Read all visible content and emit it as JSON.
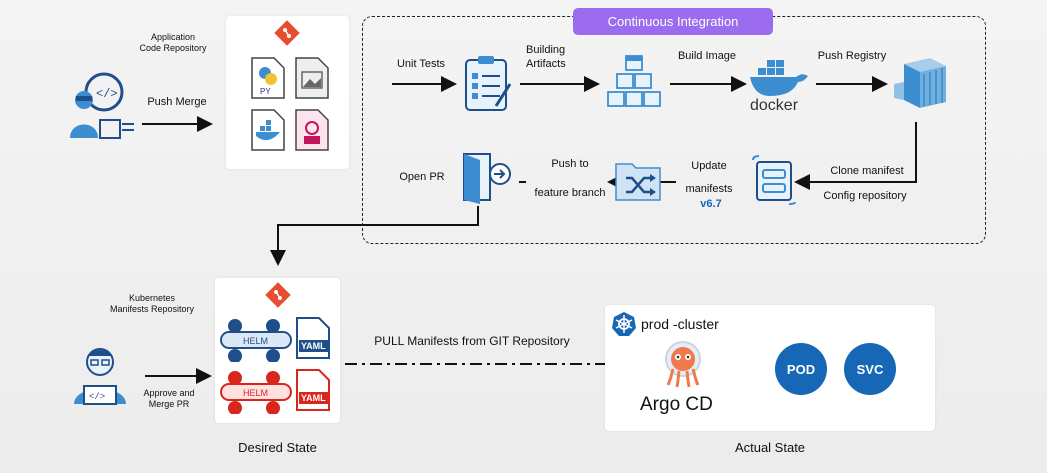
{
  "ci": {
    "title": "Continuous Integration"
  },
  "app_repo": {
    "title_line1": "Application",
    "title_line2": "Code Repository",
    "push_merge": "Push Merge",
    "py_text": "PY"
  },
  "steps": {
    "unit_tests": "Unit Tests",
    "building_artifacts_1": "Building",
    "building_artifacts_2": "Artifacts",
    "build_image": "Build Image",
    "push_registry": "Push Registry",
    "docker_word": "docker",
    "clone_manifest": "Clone manifest",
    "config_repository": "Config repository",
    "update_1": "Update",
    "update_2": "manifests",
    "version": "v6.7",
    "push_to_1": "Push to",
    "push_to_2": "feature branch",
    "open_pr": "Open PR"
  },
  "k8s_repo": {
    "title_line1": "Kubernetes",
    "title_line2": "Manifests Repository",
    "approve_1": "Approve and",
    "approve_2": "Merge PR",
    "helm": "HELM",
    "yaml": "YAML"
  },
  "pull_label": "PULL Manifests from  GIT Repository",
  "cluster": {
    "name": "prod -cluster",
    "argo": "Argo CD",
    "pod": "POD",
    "svc": "SVC"
  },
  "desired_state": "Desired State",
  "actual_state": "Actual State",
  "colors": {
    "ci_badge": "#9b6bf0",
    "k8s_blue": "#1668b6",
    "git_red": "#e84d31",
    "helm_red": "#d9261c",
    "icon_blue": "#3d8ed0"
  }
}
